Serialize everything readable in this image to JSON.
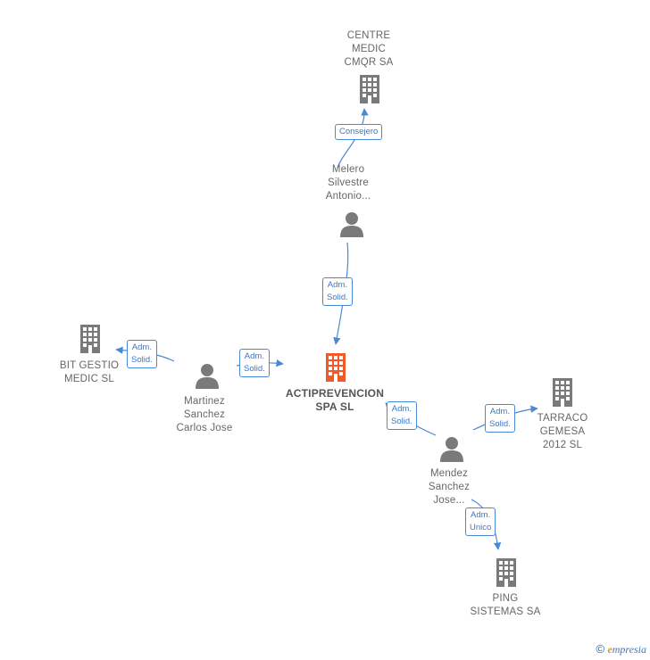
{
  "nodes": {
    "centre_medic": {
      "label": "CENTRE\nMEDIC\nCMQR SA",
      "kind": "company"
    },
    "melero": {
      "label": "Melero\nSilvestre\nAntonio...",
      "kind": "person"
    },
    "actiprevencion": {
      "label": "ACTIPREVENCION\nSPA  SL",
      "kind": "company-main"
    },
    "bit_gestio": {
      "label": "BIT GESTIO\nMEDIC  SL",
      "kind": "company"
    },
    "martinez": {
      "label": "Martinez\nSanchez\nCarlos Jose",
      "kind": "person"
    },
    "tarraco": {
      "label": "TARRACO\nGEMESA\n2012 SL",
      "kind": "company"
    },
    "mendez": {
      "label": "Mendez\nSanchez\nJose...",
      "kind": "person"
    },
    "ping": {
      "label": "PING\nSISTEMAS SA",
      "kind": "company"
    }
  },
  "edges": {
    "consejero": "Consejero",
    "melero_acti": "Adm.\nSolid.",
    "martinez_bit": "Adm.\nSolid.",
    "martinez_acti": "Adm.\nSolid.",
    "mendez_acti": "Adm.\nSolid.",
    "mendez_tarraco": "Adm.\nSolid.",
    "mendez_ping": "Adm.\nUnico"
  },
  "colors": {
    "edge": "#4a88d8",
    "icon": "#7a7a7a",
    "main_icon": "#f05a28"
  },
  "footer": {
    "copyright": "©",
    "brand_e": "e",
    "brand_rest": "mpresia"
  }
}
